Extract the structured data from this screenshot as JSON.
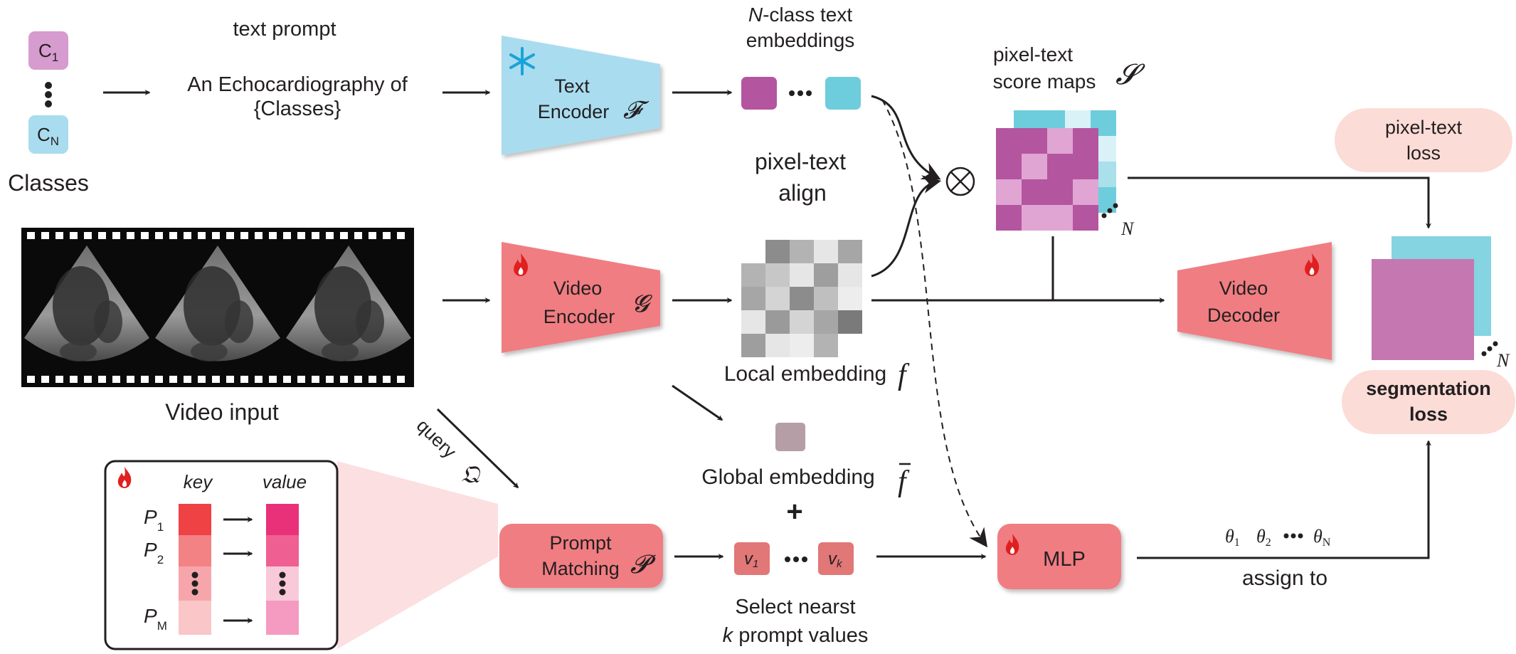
{
  "classes": {
    "c1_base": "C",
    "c1_sub": "1",
    "cn_base": "C",
    "cn_sub": "N",
    "caption": "Classes"
  },
  "prompt": {
    "heading": "text prompt",
    "line1": "An Echocardiography of",
    "line2": "{Classes}"
  },
  "text_encoder": {
    "line1": "Text",
    "line2": "Encoder",
    "symbol": "𝓕",
    "icon": "snowflake-icon"
  },
  "text_embeddings": {
    "title_italic": "N",
    "title_rest": "-class text",
    "title_line2": "embeddings"
  },
  "score_maps": {
    "line1": "pixel-text",
    "line2": "score maps",
    "symbol": "𝓢",
    "n_label": "N"
  },
  "align": {
    "line1": "pixel-text",
    "line2": "align"
  },
  "video": {
    "caption": "Video input"
  },
  "video_encoder": {
    "line1": "Video",
    "line2": "Encoder",
    "symbol": "𝓖",
    "icon": "flame-icon"
  },
  "local_embedding": {
    "label": "Local embedding",
    "symbol": "f"
  },
  "global_embedding": {
    "label": "Global embedding",
    "symbol": "f",
    "plus": "+"
  },
  "video_decoder": {
    "line1": "Video",
    "line2": "Decoder",
    "icon": "flame-icon"
  },
  "losses": {
    "pixel_line1": "pixel-text",
    "pixel_line2": "loss",
    "seg_line1": "segmentation",
    "seg_line2": "loss"
  },
  "output": {
    "n_label": "N"
  },
  "query": {
    "label": "query",
    "symbol": "𝔔"
  },
  "prompt_pool": {
    "key_header": "key",
    "value_header": "value",
    "rows": [
      {
        "base": "P",
        "sub": "1"
      },
      {
        "base": "P",
        "sub": "2"
      },
      {
        "base": "P",
        "sub": "M"
      }
    ],
    "icon": "flame-icon"
  },
  "prompt_matching": {
    "line1": "Prompt",
    "line2": "Matching",
    "symbol": "𝓟"
  },
  "selected_values": {
    "v1": "v",
    "v1_sub": "1",
    "vk": "v",
    "vk_sub": "k",
    "caption_line1": "Select nearst",
    "caption_k": "k",
    "caption_line2_rest": " prompt values"
  },
  "mlp": {
    "label": "MLP",
    "icon": "flame-icon"
  },
  "thetas": {
    "t1": "θ",
    "t1_sub": "1",
    "t2": "θ",
    "t2_sub": "2",
    "tn": "θ",
    "tn_sub": "N",
    "assign": "assign to"
  },
  "colors": {
    "magenta": "#b455a0",
    "cyan": "#6ecddc",
    "light_blue": "#a9dcef",
    "coral": "#f07d82",
    "pink": "#fcdcd7",
    "lavender": "#d69bcf"
  }
}
